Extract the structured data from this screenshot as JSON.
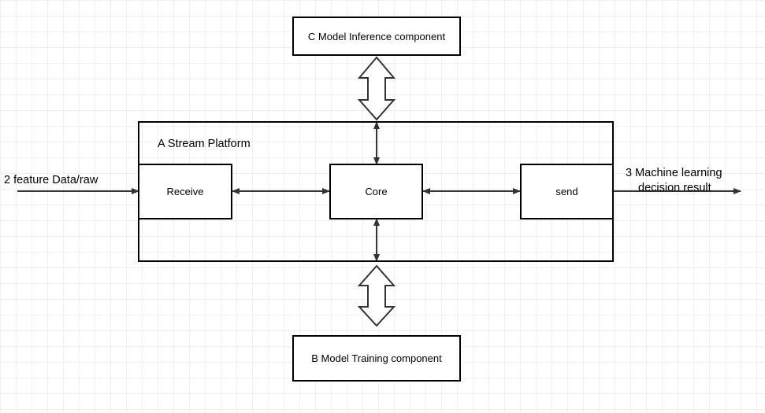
{
  "platform": {
    "title": "A Stream Platform"
  },
  "nodes": {
    "inference": "C Model Inference component",
    "training": "B Model Training component",
    "receive": "Receive",
    "core": "Core",
    "send": "send"
  },
  "inputs": {
    "raw": "2 feature Data/raw"
  },
  "outputs": {
    "result_line1": "3 Machine learning",
    "result_line2": "decision result"
  }
}
